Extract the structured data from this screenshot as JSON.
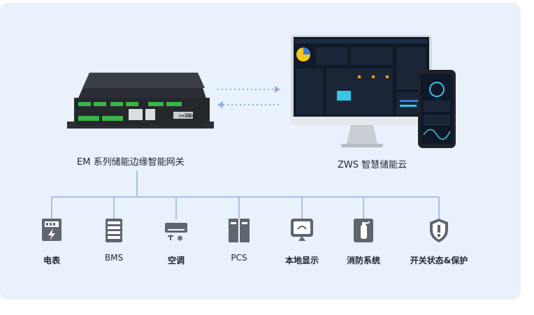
{
  "gateway": {
    "label": "EM 系列储能边缘智能网关",
    "badge": "EM-1060"
  },
  "platform": {
    "label": "ZWS 智慧储能云"
  },
  "devices": [
    {
      "label": "电表",
      "icon": "meter-icon"
    },
    {
      "label": "BMS",
      "icon": "bms-icon"
    },
    {
      "label": "空调",
      "icon": "air-conditioner-icon"
    },
    {
      "label": "PCS",
      "icon": "pcs-icon"
    },
    {
      "label": "本地显示",
      "icon": "display-icon"
    },
    {
      "label": "消防系统",
      "icon": "fire-extinguisher-icon"
    },
    {
      "label": "开关状态&保护",
      "icon": "shield-icon"
    }
  ],
  "colors": {
    "background": "#e9f1fc",
    "connector": "#a8c1e6",
    "icon": "#5f6670",
    "text": "#1d2533"
  }
}
